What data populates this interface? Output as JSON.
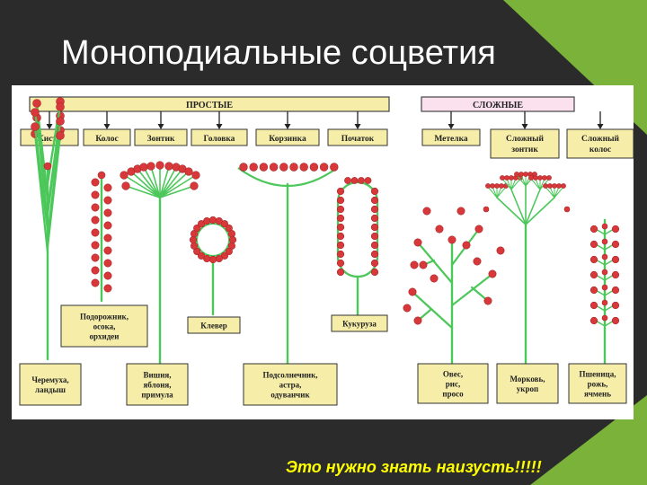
{
  "title": "Моноподиальные соцветия",
  "groups": {
    "simple": "ПРОСТЫЕ",
    "complex": "СЛОЖНЫЕ"
  },
  "types": [
    "Кисть",
    "Колос",
    "Зонтик",
    "Головка",
    "Корзинка",
    "Початок",
    "Метелка",
    "Сложный зонтик",
    "Сложный колос"
  ],
  "examples": {
    "plantain": "Подорожник, осока, орхидеи",
    "clover": "Клевер",
    "corn": "Кукуруза",
    "cherry": "Черемуха, ландыш",
    "cherrytree": "Вишня, яблоня, примула",
    "sunflower": "Подсолнечник, астра, одуванчик",
    "oats": "Овес, рис, просо",
    "carrot": "Морковь, укроп",
    "wheat": "Пшеница, рожь, ячмень"
  },
  "note": "Это нужно знать наизусть!!!!!",
  "colors": {
    "background": "#2b2b2b",
    "accent_green": "#7ab23a",
    "stem": "#4cc75a",
    "flower": "#d9383a",
    "note": "#ffff00"
  }
}
